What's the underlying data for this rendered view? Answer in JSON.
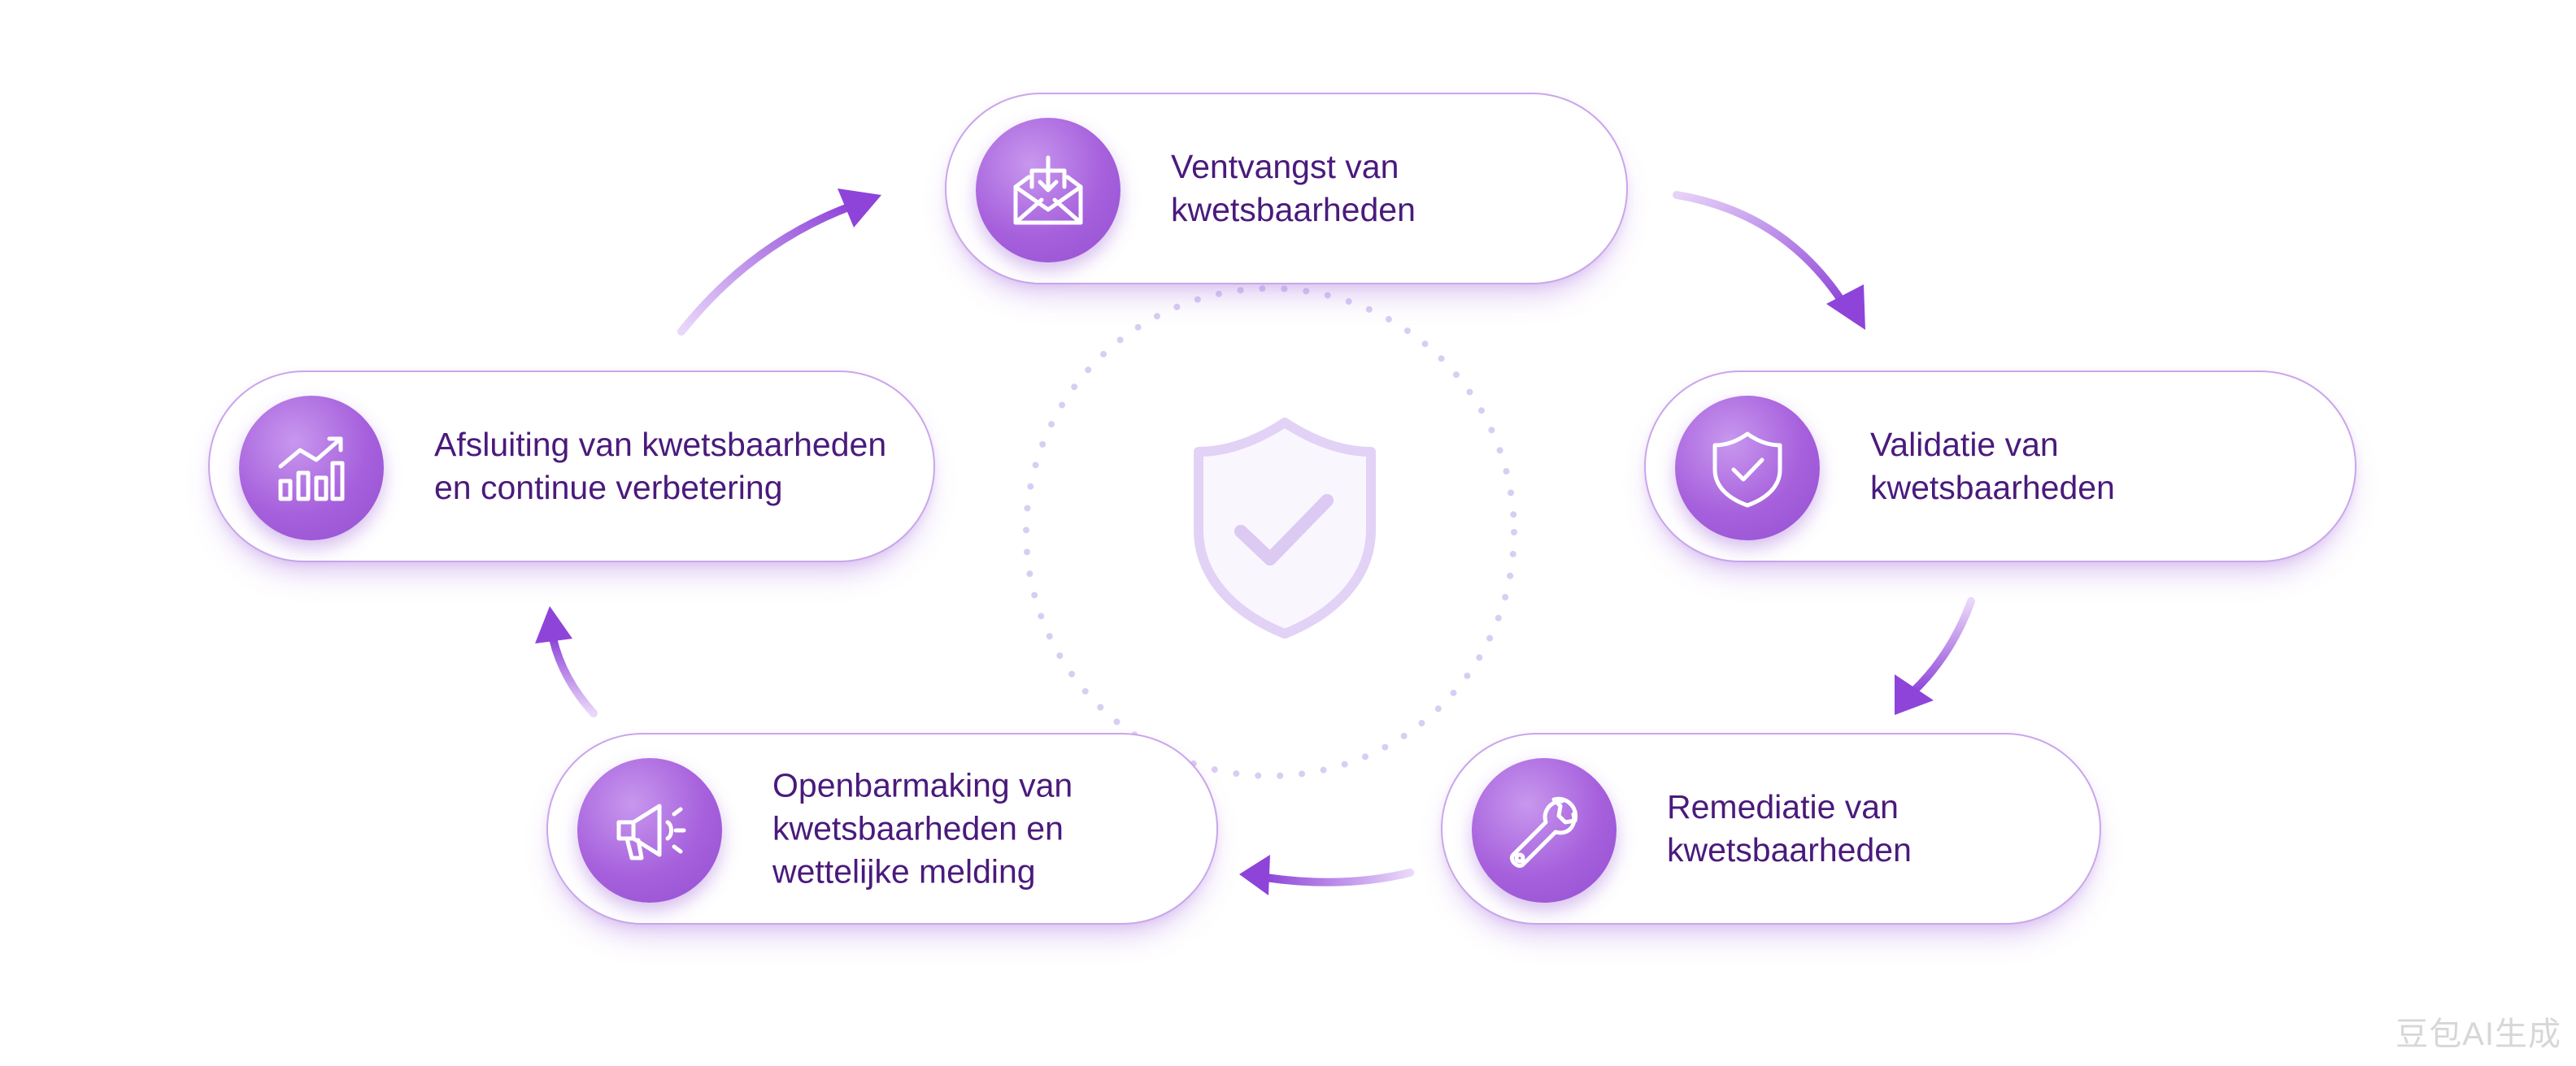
{
  "steps": [
    {
      "label": "Ventvangst van\nkwetsbaarheden",
      "icon": "mail-download-icon"
    },
    {
      "label": "Validatie van\nkwetsbaarheden",
      "icon": "shield-check-icon"
    },
    {
      "label": "Remediatie van\nkwetsbaarheden",
      "icon": "wrench-icon"
    },
    {
      "label": "Openbarmaking van\nkwetsbaarheden en\nwettelijke melding",
      "icon": "megaphone-icon"
    },
    {
      "label": "Afsluiting van kwetsbaarheden\nen continue verbetering",
      "icon": "chart-growth-icon"
    }
  ],
  "center_icon": "shield-check-icon",
  "watermark": "豆包AI生成",
  "colors": {
    "accent": "#a660dc",
    "text": "#4a1a7c",
    "border": "#c9a6ea",
    "arrow": "#8e44d8"
  }
}
